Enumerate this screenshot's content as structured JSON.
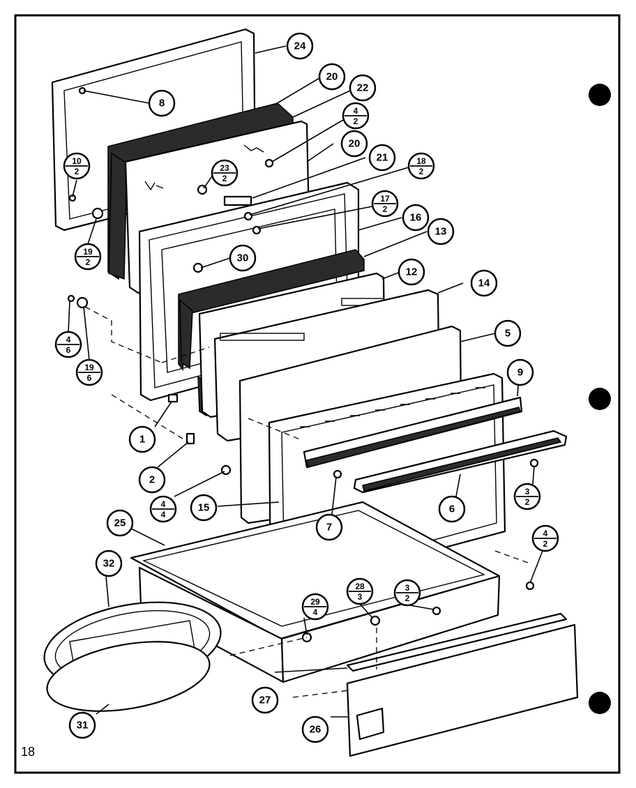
{
  "page_number": "18",
  "colors": {
    "line": "#000000",
    "background": "#ffffff"
  },
  "callouts": [
    {
      "id": "c24",
      "label": "24"
    },
    {
      "id": "c8",
      "label": "8"
    },
    {
      "id": "c20a",
      "label": "20"
    },
    {
      "id": "c22",
      "label": "22"
    },
    {
      "id": "c4-2a",
      "num": "4",
      "den": "2"
    },
    {
      "id": "c20b",
      "label": "20"
    },
    {
      "id": "c10-2",
      "num": "10",
      "den": "2"
    },
    {
      "id": "c21",
      "label": "21"
    },
    {
      "id": "c18-2",
      "num": "18",
      "den": "2"
    },
    {
      "id": "c23-2",
      "num": "23",
      "den": "2"
    },
    {
      "id": "c17-2",
      "num": "17",
      "den": "2"
    },
    {
      "id": "c19-2",
      "num": "19",
      "den": "2"
    },
    {
      "id": "c16",
      "label": "16"
    },
    {
      "id": "c13",
      "label": "13"
    },
    {
      "id": "c30",
      "label": "30"
    },
    {
      "id": "c12",
      "label": "12"
    },
    {
      "id": "c14",
      "label": "14"
    },
    {
      "id": "c4-6",
      "num": "4",
      "den": "6"
    },
    {
      "id": "c19-6",
      "num": "19",
      "den": "6"
    },
    {
      "id": "c5",
      "label": "5"
    },
    {
      "id": "c9",
      "label": "9"
    },
    {
      "id": "c1",
      "label": "1"
    },
    {
      "id": "c2",
      "label": "2"
    },
    {
      "id": "c4-4",
      "num": "4",
      "den": "4"
    },
    {
      "id": "c15",
      "label": "15"
    },
    {
      "id": "c3-2a",
      "num": "3",
      "den": "2"
    },
    {
      "id": "c6",
      "label": "6"
    },
    {
      "id": "c7",
      "label": "7"
    },
    {
      "id": "c25",
      "label": "25"
    },
    {
      "id": "c4-2b",
      "num": "4",
      "den": "2"
    },
    {
      "id": "c32",
      "label": "32"
    },
    {
      "id": "c28-3",
      "num": "28",
      "den": "3"
    },
    {
      "id": "c3-2b",
      "num": "3",
      "den": "2"
    },
    {
      "id": "c29-4",
      "num": "29",
      "den": "4"
    },
    {
      "id": "c27",
      "label": "27"
    },
    {
      "id": "c31",
      "label": "31"
    },
    {
      "id": "c26",
      "label": "26"
    }
  ]
}
